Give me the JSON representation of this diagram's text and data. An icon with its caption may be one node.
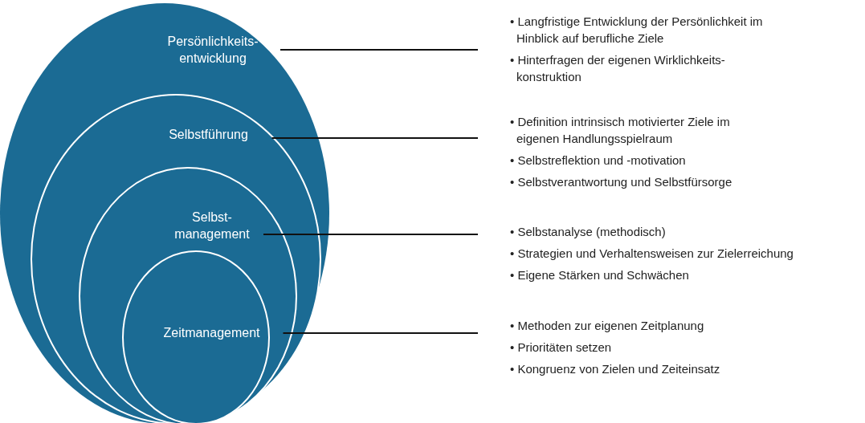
{
  "diagram": {
    "nodes": [
      {
        "text": [
          "Persönlichkeits- entwicklung"
        ]
      },
      {
        "text": [
          "Selbstführung"
        ],
        "in": 0
      },
      {
        "text": [
          "Selbst- management"
        ],
        "in": 1
      },
      {
        "text": [
          "Zeitmanagement"
        ],
        "in": 2
      },
      {
        "text": [
          "• Langfristige Entwicklung der Persönlichkeit im Hinblick auf berufliche Ziele",
          "• Hinterfragen der eigenen Wirklichkeits- konstruktion"
        ]
      },
      {
        "text": [
          "• Definition intrinsisch motivierter Ziele im eigenen Handlungsspielraum",
          "• Selbstreflektion und -motivation",
          "• Selbstverantwortung und Selbstfürsorge"
        ]
      },
      {
        "text": [
          "• Selbstanalyse (methodisch)",
          "• Strategien und Verhaltensweisen zur Zielerreichung",
          "• Eigene Stärken und Schwächen"
        ]
      },
      {
        "text": [
          "• Methoden zur eigenen Zeitplanung",
          "• Prioritäten setzen",
          "• Kongruenz von Zielen und Zeiteinsatz"
        ]
      }
    ],
    "edges": [
      {
        "from": 0,
        "to": 4,
        "arrow": "none"
      },
      {
        "from": 1,
        "to": 5,
        "arrow": "none"
      },
      {
        "from": 2,
        "to": 6,
        "arrow": "none"
      },
      {
        "from": 3,
        "to": 7,
        "arrow": "none"
      }
    ]
  }
}
